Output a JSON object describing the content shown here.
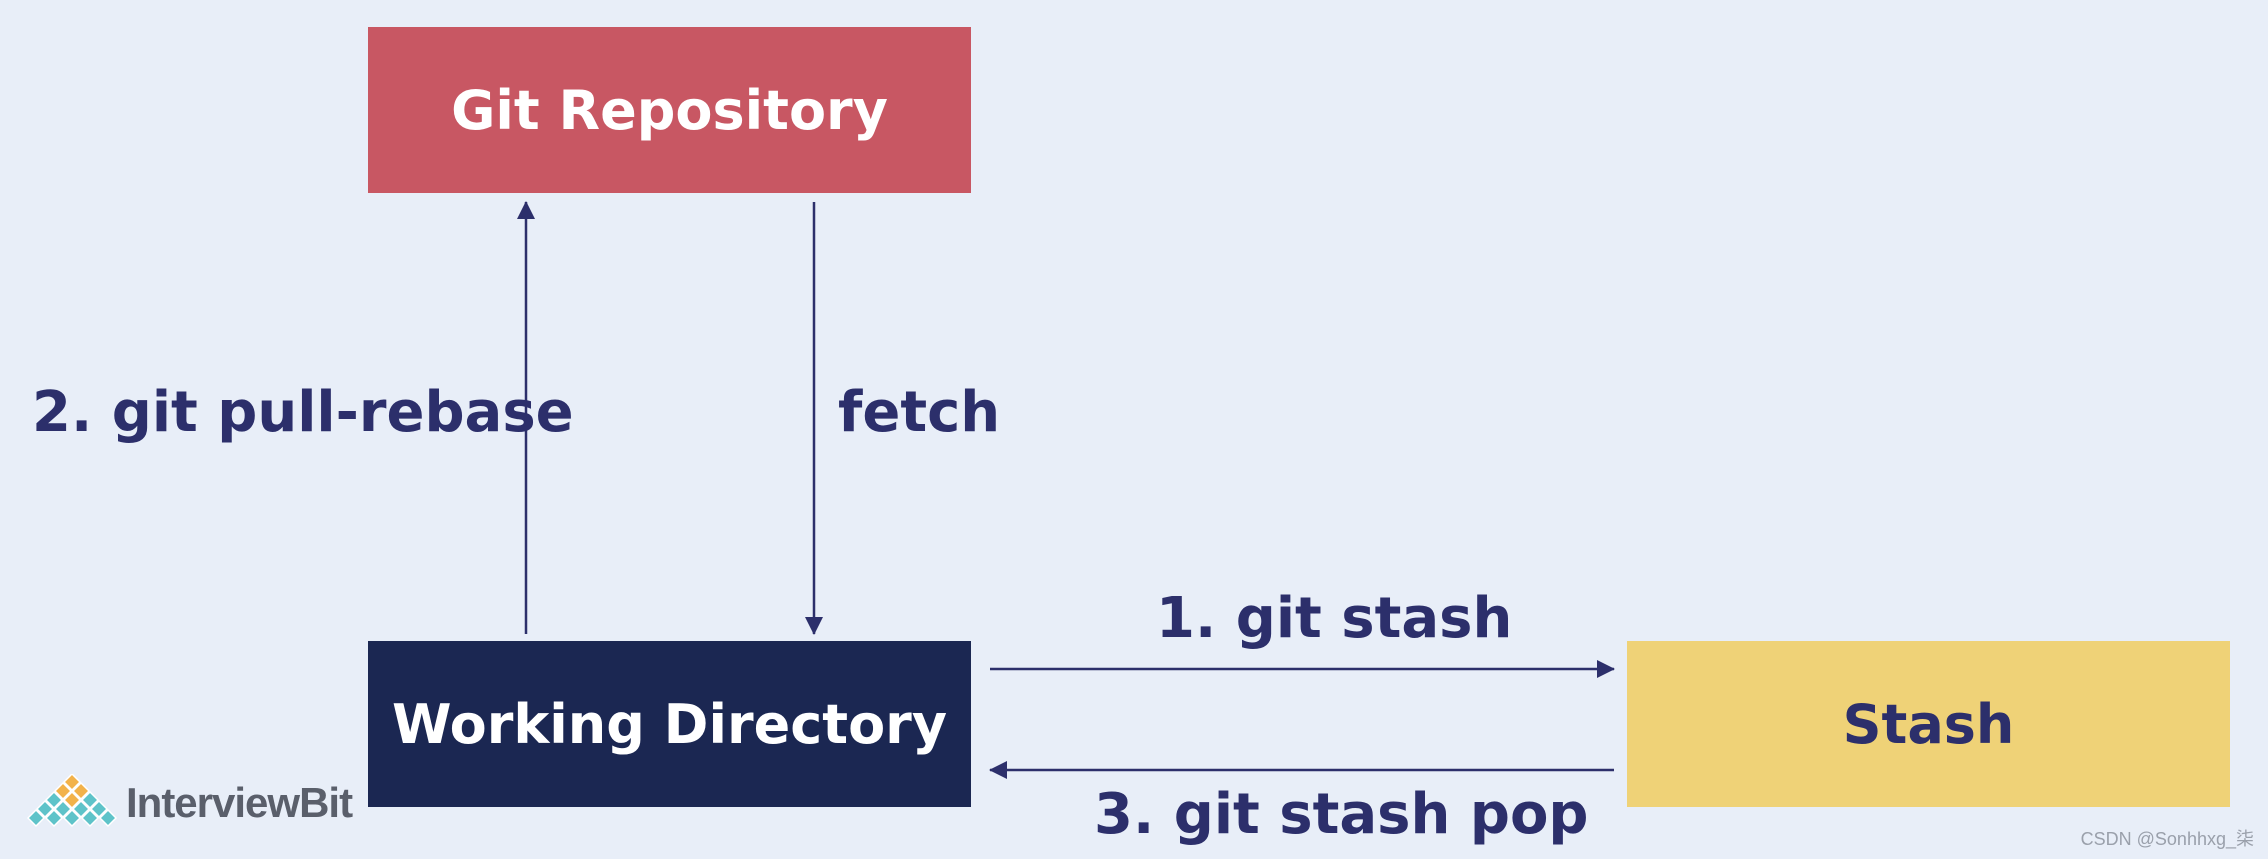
{
  "nodes": {
    "repository": "Git Repository",
    "working_directory": "Working Directory",
    "stash": "Stash"
  },
  "edges": {
    "pull_rebase": "2. git pull-rebase",
    "fetch": "fetch",
    "stash": "1. git stash",
    "stash_pop": "3. git stash pop"
  },
  "logo": "InterviewBit",
  "watermark": "CSDN @Sonhhxg_柒",
  "colors": {
    "background": "#e8eef8",
    "repository": "#c85763",
    "working_directory": "#1b2752",
    "stash": "#efd277",
    "text_dark": "#2c2f6b",
    "arrow": "#2c2f6b"
  }
}
